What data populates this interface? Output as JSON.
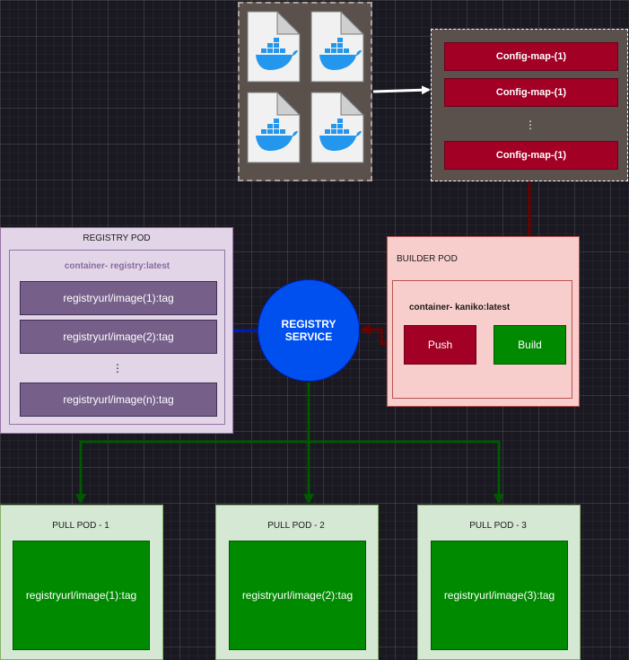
{
  "config_group": {
    "items": [
      "Config-map-(1)",
      "Config-map-(1)",
      "Config-map-(1)"
    ],
    "ellipsis": "⋮"
  },
  "registry_pod": {
    "title": "REGISTRY POD",
    "container_label": "container- registry:latest",
    "images": [
      "registryurl/image(1):tag",
      "registryurl/image(2):tag",
      "registryurl/image(n):tag"
    ],
    "ellipsis": "⋮"
  },
  "registry_service": {
    "line1": "REGISTRY",
    "line2": "SERVICE"
  },
  "builder_pod": {
    "title": "BUILDER POD",
    "container_label": "container- kaniko:latest",
    "push_label": "Push",
    "build_label": "Build"
  },
  "pull_pods": [
    {
      "title": "PULL POD - 1",
      "image": "registryurl/image(1):tag"
    },
    {
      "title": "PULL POD - 2",
      "image": "registryurl/image(2):tag"
    },
    {
      "title": "PULL POD - 3",
      "image": "registryurl/image(3):tag"
    }
  ],
  "colors": {
    "docker_blue": "#2396ed",
    "arrow_white": "#ffffff",
    "arrow_red": "#6f0000",
    "arrow_blue": "#001dbc",
    "arrow_green": "#005700"
  },
  "icons": {
    "dockerfile": "docker-whale-document-icon"
  }
}
